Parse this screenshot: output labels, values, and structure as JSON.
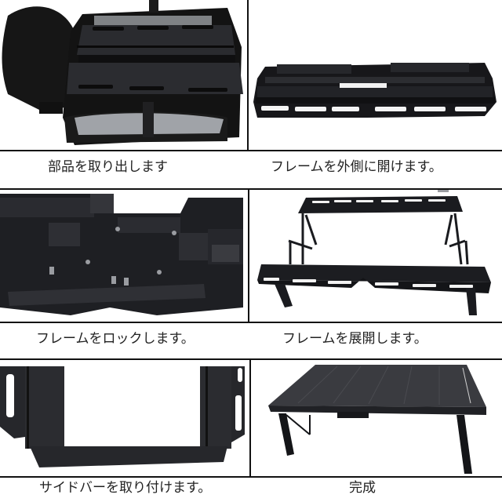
{
  "grid": {
    "rows": 3,
    "cols": 2,
    "line_color": "#111111"
  },
  "steps": [
    {
      "caption": "部品を取り出します",
      "image": "table-parts-in-carry-bag"
    },
    {
      "caption": "フレームを外側に開けます。",
      "image": "folded-frame-opened-outward"
    },
    {
      "caption": "フレームをロックします。",
      "image": "frame-lock-closeup"
    },
    {
      "caption": "フレームを展開します。",
      "image": "frame-unfolded-two-levels"
    },
    {
      "caption": "サイドバーを取り付けます。",
      "image": "side-bar-attached-closeup"
    },
    {
      "caption": "完成",
      "image": "completed-folding-table"
    }
  ],
  "colors": {
    "product": "#1c1c1f",
    "product_highlight": "#3a3b40",
    "bag": "#141414",
    "plastic": "#c9ccd1"
  }
}
